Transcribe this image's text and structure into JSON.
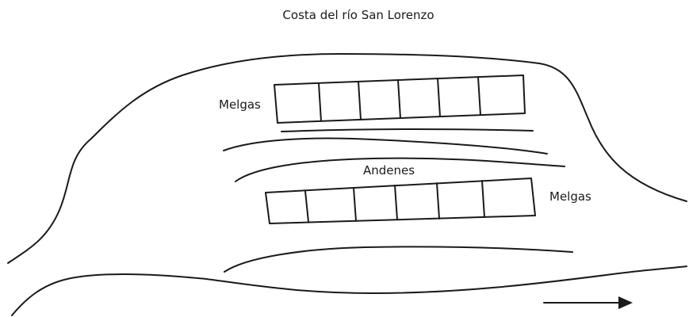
{
  "title": "Costa del río San Lorenzo",
  "labels": {
    "melgas_upper": "Melgas",
    "andenes": "Andenes",
    "melgas_lower": "Melgas"
  },
  "melgas_upper_cells": 6,
  "melgas_lower_cells": 6,
  "arrow_direction": "right",
  "colors": {
    "ink": "#1a1a1a",
    "background": "#ffffff"
  }
}
